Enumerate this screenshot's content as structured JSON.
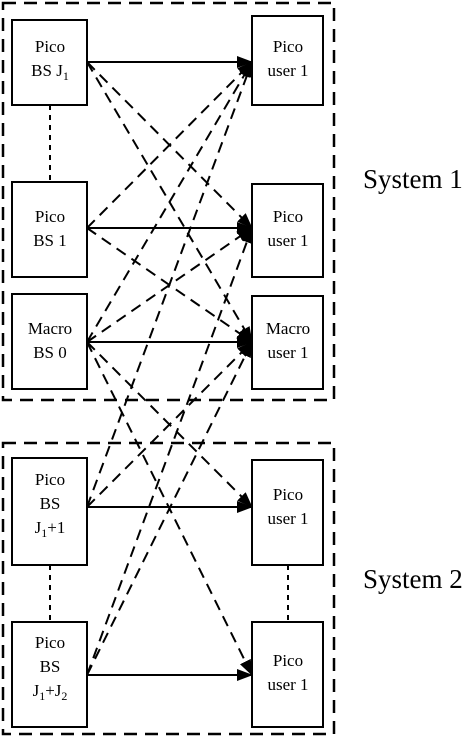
{
  "systems": [
    {
      "id": "system1",
      "label": "System 1"
    },
    {
      "id": "system2",
      "label": "System 2"
    }
  ],
  "nodes": {
    "pico_bs_j1": {
      "line1": "Pico",
      "line2_main": "BS J",
      "line2_sub": "1"
    },
    "pico_bs_1": {
      "line1": "Pico",
      "line2": "BS 1"
    },
    "macro_bs_0": {
      "line1": "Macro",
      "line2": "BS 0"
    },
    "pico_bs_j1p1": {
      "line1": "Pico",
      "line2": "BS",
      "line3_main": "J",
      "line3_sub": "1",
      "line3_tail": "+1"
    },
    "pico_bs_j1pj2": {
      "line1": "Pico",
      "line2": "BS",
      "line3_main": "J",
      "line3_sub": "1",
      "line3_mid": "+J",
      "line3_sub2": "2"
    },
    "pico_user_1_a": {
      "line1": "Pico",
      "line2": "user 1"
    },
    "pico_user_1_b": {
      "line1": "Pico",
      "line2": "user 1"
    },
    "macro_user_1": {
      "line1": "Macro",
      "line2": "user 1"
    },
    "pico_user_1_c": {
      "line1": "Pico",
      "line2": "user 1"
    },
    "pico_user_1_d": {
      "line1": "Pico",
      "line2": "user 1"
    }
  },
  "links": {
    "solid": [
      [
        "pico_bs_j1",
        "pico_user_1_a"
      ],
      [
        "pico_bs_1",
        "pico_user_1_b"
      ],
      [
        "macro_bs_0",
        "macro_user_1"
      ],
      [
        "pico_bs_j1p1",
        "pico_user_1_c"
      ],
      [
        "pico_bs_j1pj2",
        "pico_user_1_d"
      ]
    ],
    "dashed": [
      [
        "pico_bs_j1",
        "pico_user_1_b"
      ],
      [
        "pico_bs_j1",
        "macro_user_1"
      ],
      [
        "pico_bs_1",
        "pico_user_1_a"
      ],
      [
        "pico_bs_1",
        "macro_user_1"
      ],
      [
        "macro_bs_0",
        "pico_user_1_a"
      ],
      [
        "macro_bs_0",
        "pico_user_1_b"
      ],
      [
        "macro_bs_0",
        "pico_user_1_c"
      ],
      [
        "macro_bs_0",
        "pico_user_1_d"
      ],
      [
        "pico_bs_j1p1",
        "pico_user_1_a"
      ],
      [
        "pico_bs_j1p1",
        "macro_user_1"
      ],
      [
        "pico_bs_j1pj2",
        "pico_user_1_b"
      ],
      [
        "pico_bs_j1pj2",
        "macro_user_1"
      ]
    ]
  }
}
